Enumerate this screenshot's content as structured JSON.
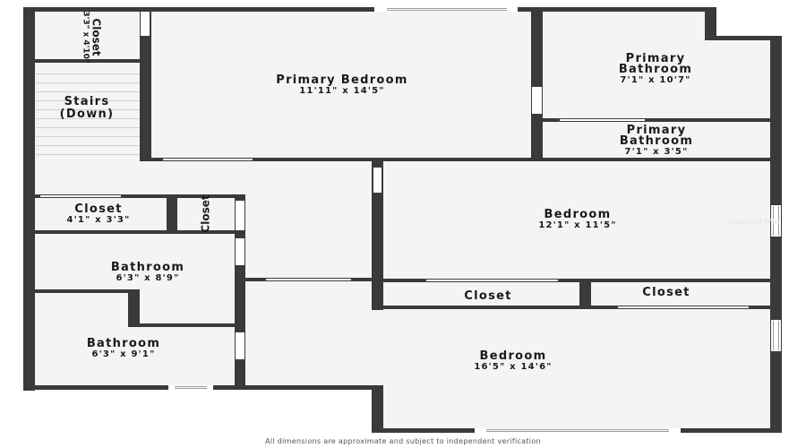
{
  "floorplan": {
    "colors": {
      "wall": "#3a3a3a",
      "floor": "#f4f4f4",
      "background": "#ffffff",
      "text": "#1a1a1a"
    },
    "rooms": {
      "closet_top_left": {
        "name": "Closet",
        "dims": "3'3\" x 4'10\""
      },
      "stairs": {
        "name": "Stairs",
        "sub": "(Down)"
      },
      "primary_bedroom": {
        "name": "Primary Bedroom",
        "dims": "11'11\" x 14'5\""
      },
      "primary_bathroom_1": {
        "name": "Primary Bathroom",
        "dims": "7'1\" x 10'7\""
      },
      "primary_bathroom_2": {
        "name": "Primary Bathroom",
        "dims": "7'1\" x 3'5\""
      },
      "closet_mid_left": {
        "name": "Closet",
        "dims": "4'1\" x 3'3\""
      },
      "closet_small": {
        "name": "Closet"
      },
      "bedroom_1": {
        "name": "Bedroom",
        "dims": "12'1\" x 11'5\""
      },
      "bathroom_1": {
        "name": "Bathroom",
        "dims": "6'3\" x 8'9\""
      },
      "closet_bedroom_left": {
        "name": "Closet"
      },
      "closet_bedroom_right": {
        "name": "Closet"
      },
      "bathroom_2": {
        "name": "Bathroom",
        "dims": "6'3\" x 9'1\""
      },
      "bedroom_2": {
        "name": "Bedroom",
        "dims": "16'5\" x 14'6\""
      }
    },
    "watermark": "Steadfast PNG",
    "disclaimer": "All dimensions are approximate and subject to independent verification"
  }
}
